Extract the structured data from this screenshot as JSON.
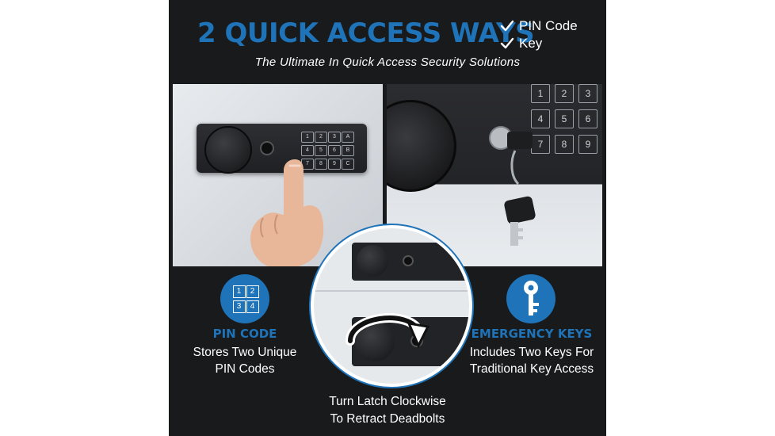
{
  "header": {
    "headline": "2 QUICK ACCESS WAYS",
    "check_items": [
      "PIN Code",
      "Key"
    ],
    "tagline": "The Ultimate In Quick Access Security Solutions"
  },
  "features": {
    "pin": {
      "icon_digits": [
        "1",
        "2",
        "3",
        "4"
      ],
      "title": "PIN CODE",
      "description": [
        "Stores Two Unique",
        "PIN Codes"
      ]
    },
    "keys": {
      "title": "EMERGENCY KEYS",
      "description": [
        "Includes Two Keys For",
        "Traditional Key Access"
      ]
    }
  },
  "latch_caption": [
    "Turn Latch Clockwise",
    "To Retract Deadbolts"
  ],
  "keypad_labels": [
    "1",
    "2",
    "3",
    "A",
    "4",
    "5",
    "6",
    "B",
    "7",
    "8",
    "9",
    "C"
  ],
  "colors": {
    "accent": "#1f73b8",
    "panel": "#191a1c"
  }
}
